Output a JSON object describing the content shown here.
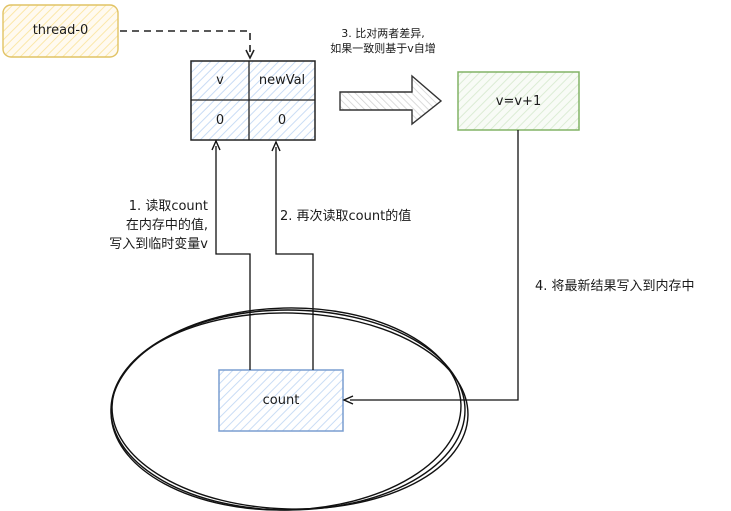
{
  "thread": {
    "label": "thread-0"
  },
  "table": {
    "col_v": "v",
    "col_newval": "newVal",
    "val_v": "0",
    "val_newval": "0"
  },
  "compute_box": {
    "label": "v=v+1"
  },
  "memory_box": {
    "label": "count"
  },
  "steps": {
    "step1_line1": "1. 读取count",
    "step1_line2": "在内存中的值,",
    "step1_line3": "写入到临时变量v",
    "step2": "2. 再次读取count的值",
    "step3_line1": "3. 比对两者差异,",
    "step3_line2": "如果一致则基于v自增",
    "step4": "4. 将最新结果写入到内存中"
  },
  "colors": {
    "thread_fill": "#fff2cc",
    "thread_stroke": "#d6b656",
    "compute_fill": "#d5e8d4",
    "compute_stroke": "#82b366",
    "memory_fill": "#dae8fc",
    "memory_stroke": "#6c8ebf",
    "table_fill": "#dae8fc",
    "table_stroke": "#1a1a1a"
  }
}
